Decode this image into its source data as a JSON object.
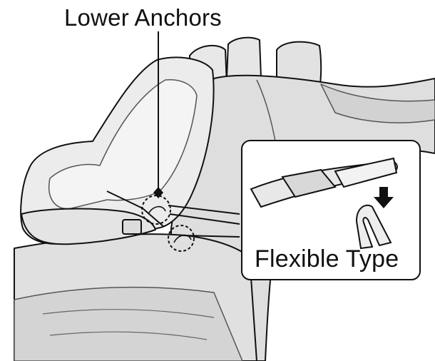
{
  "labels": {
    "lower_anchors": "Lower Anchors",
    "flexible_type": "Flexible Type"
  },
  "colors": {
    "background": "#ffffff",
    "seat_fill": "#e2e2e2",
    "seat_shade": "#cfcfcf",
    "seat_light": "#f0f0f0",
    "car_seat_fill": "#ececec",
    "stroke": "#111111",
    "detail_gray": "#8a8a8a",
    "inset_fill": "#ffffff"
  },
  "icons": {
    "anchor_marker": "diamond-marker",
    "pointer": "down-arrow-icon",
    "highlight": "dashed-circle"
  }
}
